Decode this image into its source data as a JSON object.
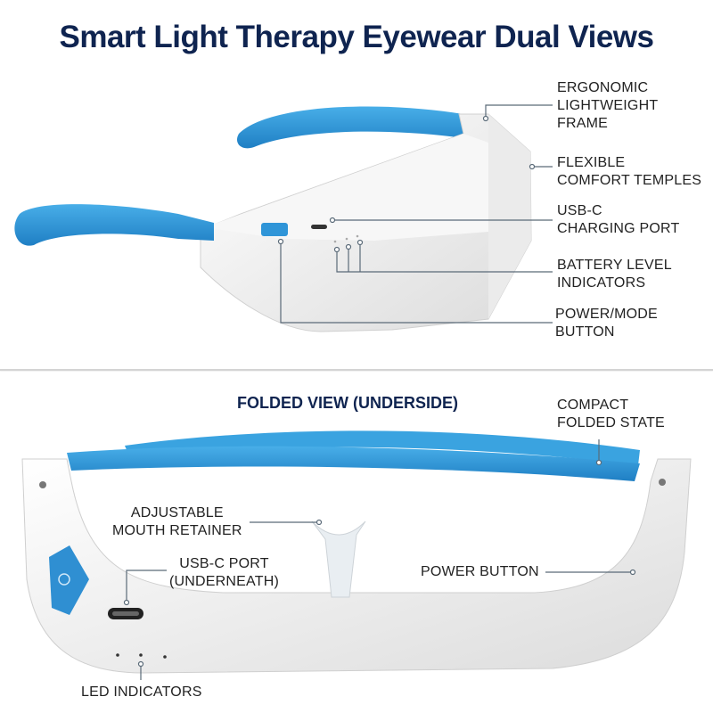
{
  "title": "Smart Light Therapy Eyewear Dual Views",
  "top_view": {
    "callouts": [
      {
        "id": "frame",
        "label": "ERGONOMIC\nLIGHTWEIGHT\nFRAME"
      },
      {
        "id": "temples",
        "label": "FLEXIBLE\nCOMFORT TEMPLES"
      },
      {
        "id": "usb",
        "label": "USB-C\nCHARGING PORT"
      },
      {
        "id": "battery",
        "label": "BATTERY LEVEL\nINDICATORS"
      },
      {
        "id": "power",
        "label": "POWER/MODE\nBUTTON"
      }
    ]
  },
  "bottom_view": {
    "section_title": "FOLDED VIEW (UNDERSIDE)",
    "callouts": [
      {
        "id": "compact",
        "label": "COMPACT\nFOLDED STATE"
      },
      {
        "id": "mouth",
        "label": "ADJUSTABLE\nMOUTH RETAINER"
      },
      {
        "id": "usb_under",
        "label": "USB-C PORT\n(UNDERNEATH)"
      },
      {
        "id": "power_btn",
        "label": "POWER BUTTON"
      },
      {
        "id": "led",
        "label": "LED INDICATORS"
      }
    ]
  },
  "colors": {
    "title": "#0f2450",
    "accent_blue": "#2f95d8",
    "frame_white": "#f2f2f2",
    "leader_line": "#5a6a78"
  }
}
